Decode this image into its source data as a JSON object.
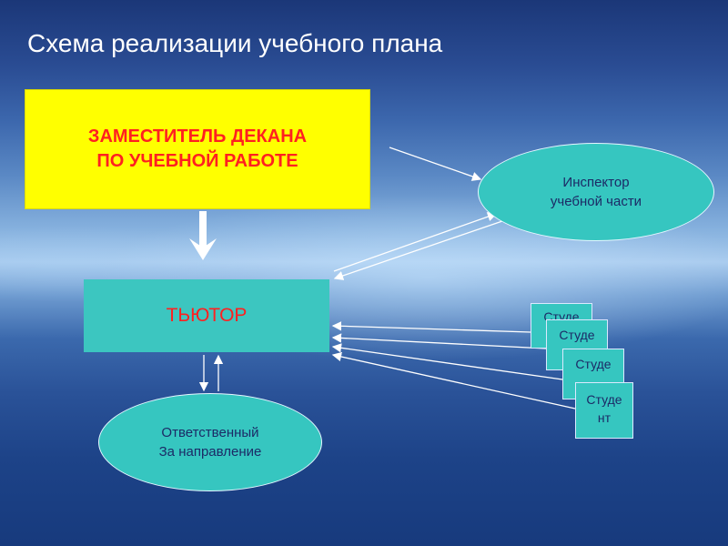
{
  "title": "Схема реализации учебного плана",
  "nodes": {
    "deputy": {
      "line1": "ЗАМЕСТИТЕЛЬ ДЕКАНА",
      "line2": "ПО УЧЕБНОЙ РАБОТЕ"
    },
    "tutor": "ТЬЮТОР",
    "inspector": {
      "line1": "Инспектор",
      "line2": "учебной части"
    },
    "responsible": {
      "line1": "Ответственный",
      "line2": "За направление"
    },
    "students": [
      "Студе",
      "Студе",
      "Студе",
      "Студе нт"
    ]
  },
  "colors": {
    "deputy_fill": "#ffff00",
    "accent_text": "#ff2020",
    "node_fill": "#36c6c0",
    "node_text": "#1c2a66"
  }
}
